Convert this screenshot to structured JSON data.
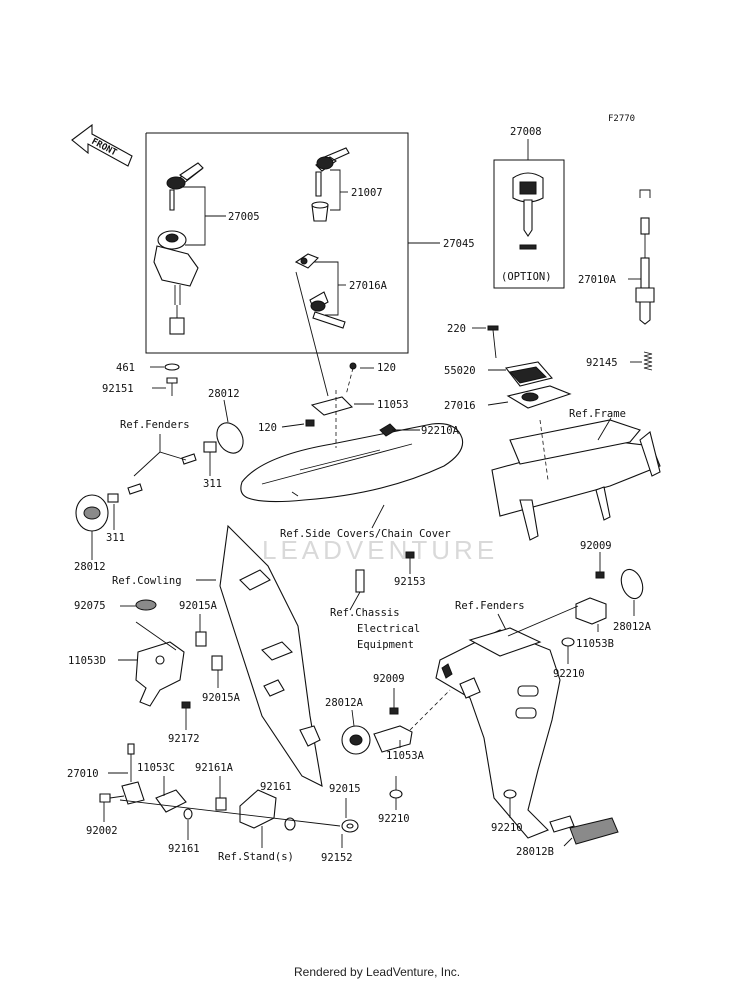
{
  "figure_code": "F2770",
  "front_label": "FRONT",
  "watermark": "LEADVENTURE",
  "credit": "Rendered by LeadVenture, Inc.",
  "option_label": "(OPTION)",
  "parts": {
    "p27008": "27008",
    "p27005": "27005",
    "p21007": "21007",
    "p27045": "27045",
    "p27016A": "27016A",
    "p27010A": "27010A",
    "p220": "220",
    "p55020": "55020",
    "p92145": "92145",
    "p27016": "27016",
    "p461": "461",
    "p92151": "92151",
    "p120a": "120",
    "p11053": "11053",
    "p28012a": "28012",
    "p120b": "120",
    "p92210A": "92210A",
    "p311a": "311",
    "p311b": "311",
    "p28012b": "28012",
    "p92009a": "92009",
    "p92153": "92153",
    "p92075": "92075",
    "p92015Aa": "92015A",
    "p11053D": "11053D",
    "p92015Ab": "92015A",
    "p28012A_r": "28012A",
    "p11053B": "11053B",
    "p92210a": "92210",
    "p92009b": "92009",
    "p28012A_m": "28012A",
    "p11053A": "11053A",
    "p92172": "92172",
    "p27010": "27010",
    "p11053C": "11053C",
    "p92161A": "92161A",
    "p92161a": "92161",
    "p92015": "92015",
    "p92002": "92002",
    "p92161b": "92161",
    "p92152": "92152",
    "p92210b": "92210",
    "p92210c": "92210",
    "p28012B": "28012B"
  },
  "refs": {
    "fenders_left": "Ref.Fenders",
    "frame": "Ref.Frame",
    "side_covers": "Ref.Side Covers/Chain Cover",
    "cowling": "Ref.Cowling",
    "chassis_1": "Ref.Chassis",
    "chassis_2": "Electrical",
    "chassis_3": "Equipment",
    "fenders_right": "Ref.Fenders",
    "stand": "Ref.Stand(s)"
  }
}
